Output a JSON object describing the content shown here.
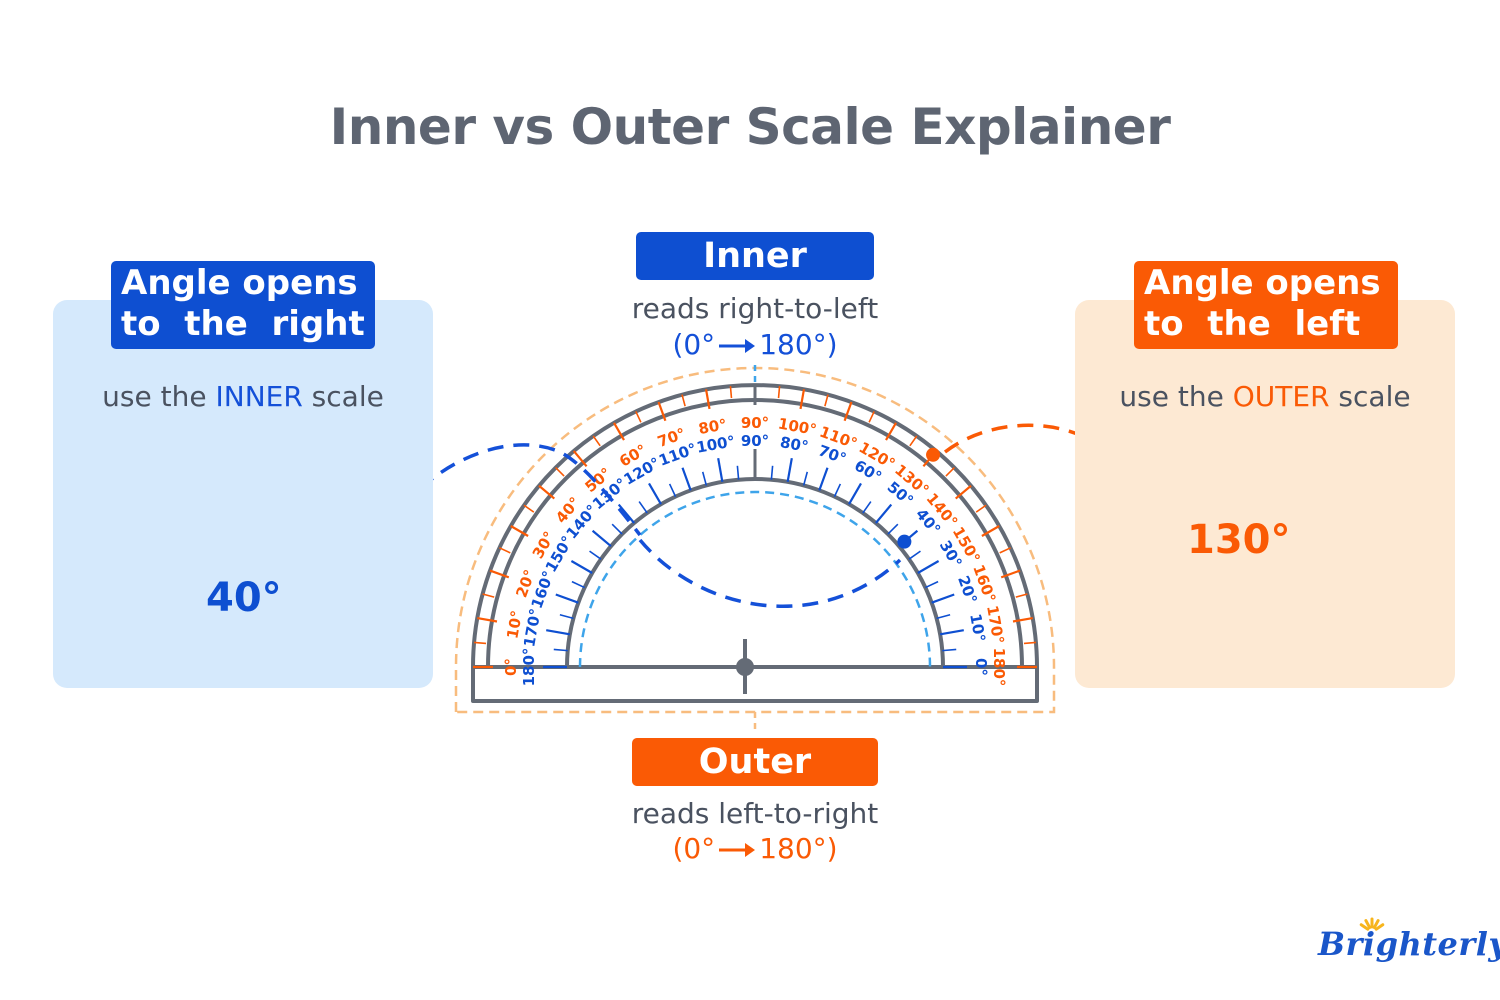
{
  "title": "Inner vs Outer Scale Explainer",
  "left_panel": {
    "tag_lines": [
      "Angle opens",
      "to  the  right"
    ],
    "hint_prefix": "use the ",
    "hint_keyword": "INNER",
    "hint_suffix": " scale",
    "angle_value": "40°",
    "angle_degrees": 40
  },
  "right_panel": {
    "tag_lines": [
      "Angle opens",
      "to  the  left"
    ],
    "hint_prefix": "use the ",
    "hint_keyword": "OUTER",
    "hint_suffix": " scale",
    "angle_value": "130°",
    "angle_degrees": 130
  },
  "inner_scale": {
    "label": "Inner Scale",
    "reads": "reads right-to-left",
    "range_open": "(0°",
    "range_close": "180°)",
    "marked_reading": 40
  },
  "outer_scale": {
    "label": "Outer Scale",
    "reads": "reads left-to-right",
    "range_open": "(0°",
    "range_close": "180°)",
    "marked_reading": 130
  },
  "colors": {
    "blue": "#0e4fd1",
    "orange": "#fa5a05",
    "light_blue": "#d5e9fc",
    "light_orange": "#fde9d3",
    "gray": "#5e6572",
    "dark": "#1d2a3a"
  },
  "brand": "Brighterly"
}
